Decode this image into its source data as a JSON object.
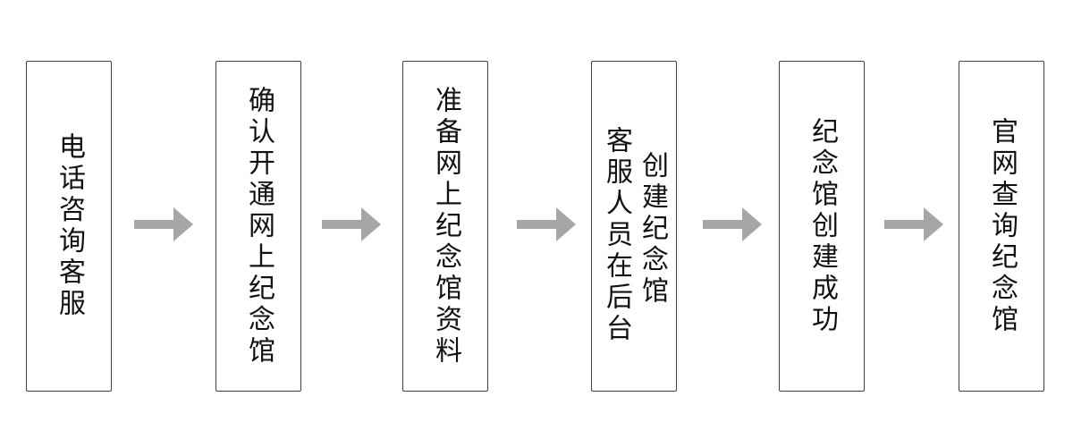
{
  "steps": [
    {
      "lines": [
        "电话咨询客服"
      ]
    },
    {
      "lines": [
        "确认开通网上纪念馆"
      ]
    },
    {
      "lines": [
        "准备网上纪念馆资料"
      ]
    },
    {
      "lines": [
        "客服人员在后台",
        "创建纪念馆"
      ]
    },
    {
      "lines": [
        "纪念馆创建成功"
      ]
    },
    {
      "lines": [
        "官网查询纪念馆"
      ]
    }
  ],
  "colors": {
    "arrow": "#a6a6a6",
    "border": "#404040"
  }
}
